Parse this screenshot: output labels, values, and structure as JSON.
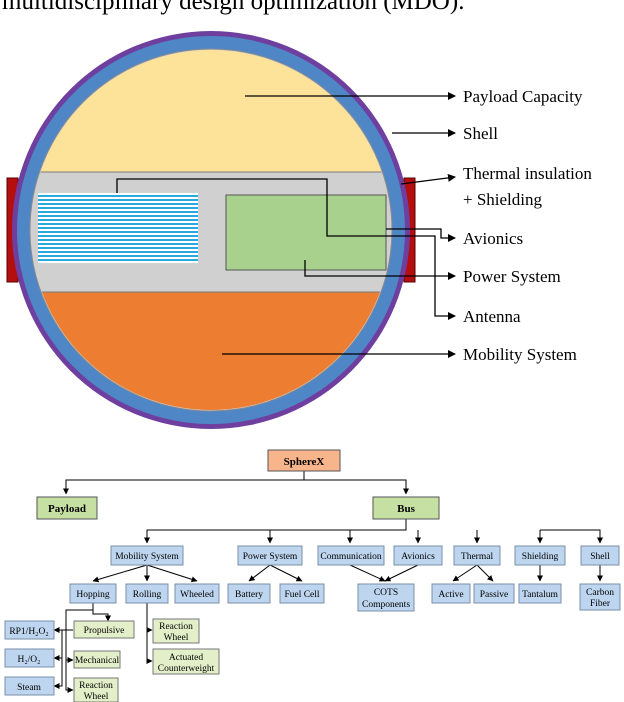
{
  "caption": "multidisciplinary design optimization (MDO).",
  "sphere_labels": {
    "payload_capacity": "Payload Capacity",
    "shell": "Shell",
    "thermal_line1": "Thermal insulation",
    "thermal_line2": "+ Shielding",
    "avionics": "Avionics",
    "power_system": "Power System",
    "antenna": "Antenna",
    "mobility_system": "Mobility System"
  },
  "tree": {
    "root": "SphereX",
    "payload": "Payload",
    "bus": "Bus",
    "subsystems": {
      "mobility": "Mobility System",
      "power": "Power System",
      "communication": "Communication",
      "avionics": "Avionics",
      "thermal": "Thermal",
      "shielding": "Shielding",
      "shell": "Shell"
    },
    "mobility_children": {
      "hopping": "Hopping",
      "rolling": "Rolling",
      "wheeled": "Wheeled"
    },
    "power_children": {
      "battery": "Battery",
      "fuel_cell": "Fuel Cell"
    },
    "cots": {
      "line1": "COTS",
      "line2": "Components"
    },
    "thermal_children": {
      "active": "Active",
      "passive": "Passive"
    },
    "shielding_children": {
      "tantalum": "Tantalum"
    },
    "shell_children": {
      "line1": "Carbon",
      "line2": "Fiber"
    },
    "hopping_children": {
      "propulsive": "Propulsive",
      "mechanical": "Mechanical",
      "reaction_wheel_line1": "Reaction",
      "reaction_wheel_line2": "Wheel"
    },
    "rolling_children": {
      "reaction_wheel_line1": "Reaction",
      "reaction_wheel_line2": "Wheel",
      "actuated_line1": "Actuated",
      "actuated_line2": "Counterweight"
    },
    "propellants": {
      "rp1": "RP1/H₂O₂",
      "h2o2": "H₂/O₂",
      "steam": "Steam"
    }
  },
  "colors": {
    "shell_outer": "#6f3fa0",
    "shell_blue": "#4f86c6",
    "insulation": "#d0d0d0",
    "payload": "#fde39a",
    "mobility": "#ed7d31",
    "avionics_box": "#a9d18e",
    "antenna_stripes": "#29a9e0",
    "side_panels": "#b40e0e",
    "root_box": "#f8b48a",
    "level1_box": "#c6e0a4",
    "level2_box": "#bdd5ee",
    "hop_children_box": "#e3efc9"
  }
}
